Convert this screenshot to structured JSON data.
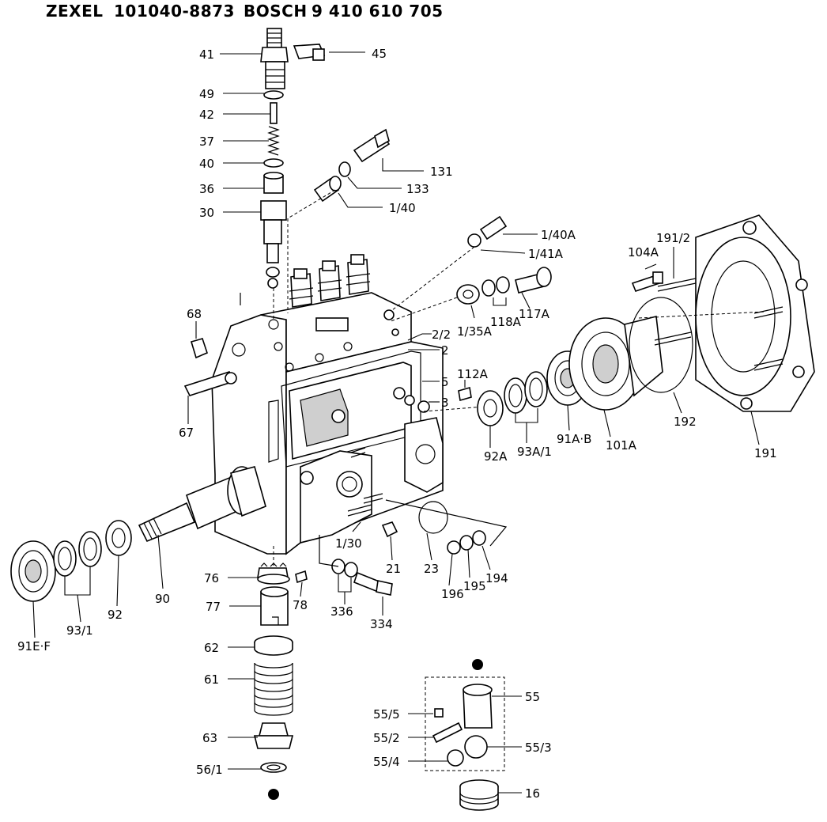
{
  "header": {
    "brand1": "ZEXEL",
    "part_no1": "101040-8873",
    "brand2": "BOSCH",
    "part_no2": "9 410 610 705"
  },
  "labels": {
    "l41": "41",
    "l45": "45",
    "l49": "49",
    "l42": "42",
    "l37": "37",
    "l40": "40",
    "l36": "36",
    "l30": "30",
    "l131": "131",
    "l133": "133",
    "l1_40": "1/40",
    "l1_40A": "1/40A",
    "l1_41A": "1/41A",
    "l104A": "104A",
    "l191_2": "191/2",
    "l68": "68",
    "l118A": "118A",
    "l117A": "117A",
    "l1_35A": "1/35A",
    "l2_2": "2/2",
    "l2": "2",
    "l5": "5",
    "l112A": "112A",
    "l3": "3",
    "l67": "67",
    "l92A": "92A",
    "l93A_1": "93A/1",
    "l91A_B": "91A·B",
    "l101A": "101A",
    "l192": "192",
    "l191": "191",
    "l1_30": "1/30",
    "l21": "21",
    "l23": "23",
    "l196": "196",
    "l195": "195",
    "l194": "194",
    "l76": "76",
    "l78": "78",
    "l77": "77",
    "l336": "336",
    "l334": "334",
    "l90": "90",
    "l92": "92",
    "l93_1": "93/1",
    "l91E_F": "91E·F",
    "l62": "62",
    "l61": "61",
    "l63": "63",
    "l56_1": "56/1",
    "l55": "55",
    "l55_5": "55/5",
    "l55_2": "55/2",
    "l55_3": "55/3",
    "l55_4": "55/4",
    "l16": "16"
  }
}
